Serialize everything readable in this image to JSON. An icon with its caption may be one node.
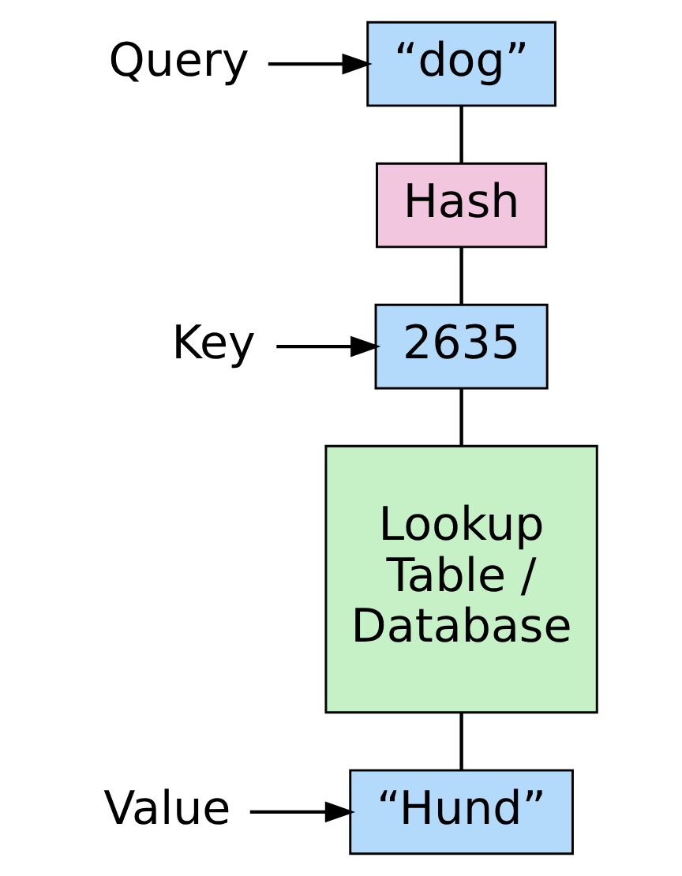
{
  "diagram": {
    "nodes": [
      {
        "text": [
          "Query"
        ]
      },
      {
        "text": [
          "“dog”"
        ]
      },
      {
        "text": [
          "Hash"
        ]
      },
      {
        "text": [
          "Key"
        ]
      },
      {
        "text": [
          "2635"
        ]
      },
      {
        "text": [
          "Lookup Table / Database"
        ]
      },
      {
        "text": [
          "Value"
        ]
      },
      {
        "text": [
          "“Hund”"
        ]
      }
    ],
    "edges": [
      {
        "from": 0,
        "to": 1,
        "arrow": "to"
      },
      {
        "from": 1,
        "to": 2,
        "arrow": "none"
      },
      {
        "from": 2,
        "to": 4,
        "arrow": "none"
      },
      {
        "from": 3,
        "to": 4,
        "arrow": "to"
      },
      {
        "from": 4,
        "to": 5,
        "arrow": "none"
      },
      {
        "from": 5,
        "to": 7,
        "arrow": "none"
      },
      {
        "from": 6,
        "to": 7,
        "arrow": "to"
      }
    ]
  }
}
